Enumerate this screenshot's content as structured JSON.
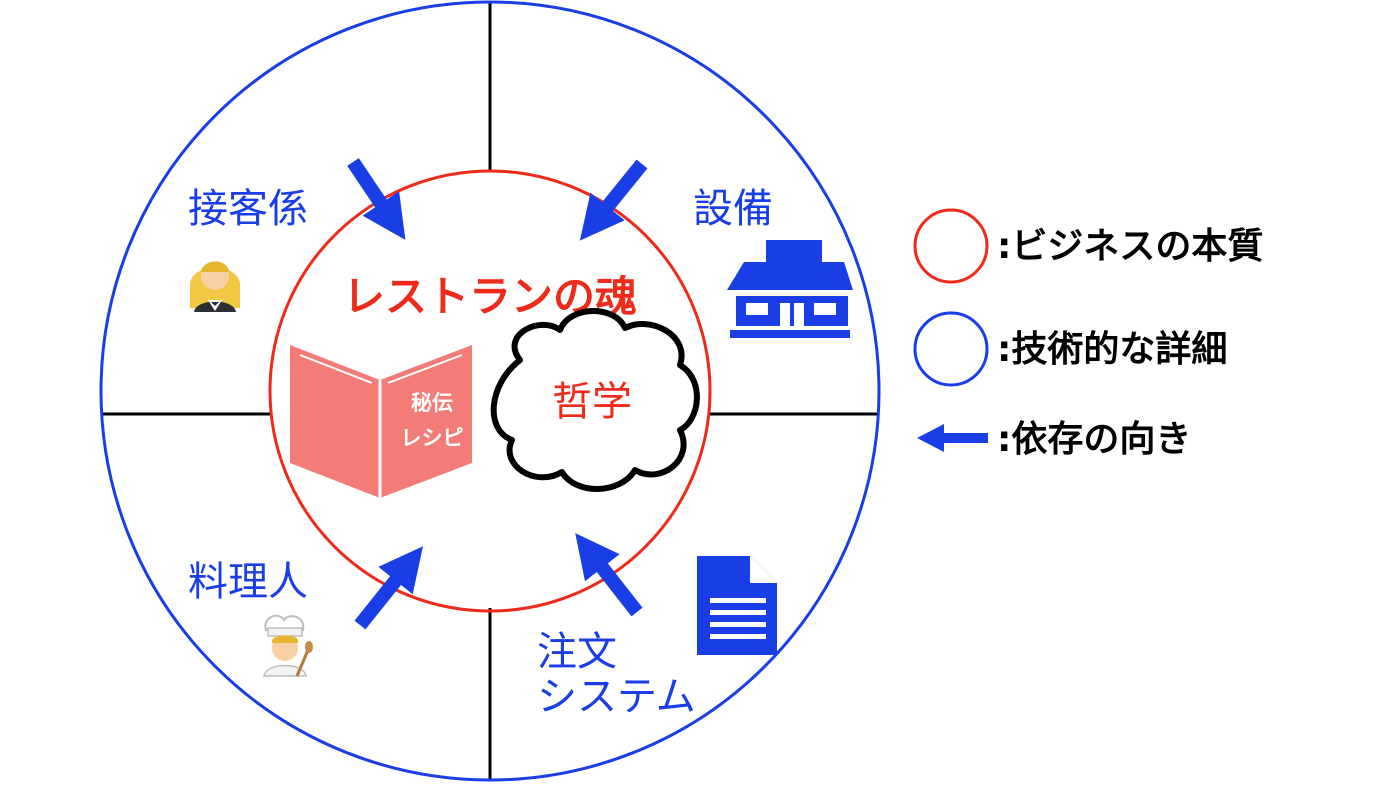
{
  "colors": {
    "blue": "#1a3ee6",
    "red": "#ee2a1a",
    "book": "#f47c78",
    "black": "#000000"
  },
  "center": {
    "title": "レストランの魂",
    "book": {
      "line1": "秘伝",
      "line2": "レシピ"
    },
    "philosophy": "哲学"
  },
  "quadrants": {
    "top_left": {
      "label": "接客係",
      "icon": "waiter-person-icon"
    },
    "top_right": {
      "label": "設備",
      "icon": "store-building-icon"
    },
    "bottom_left": {
      "label": "料理人",
      "icon": "chef-person-icon"
    },
    "bottom_right": {
      "line1": "注文",
      "line2": "システム",
      "icon": "document-icon"
    }
  },
  "legend": [
    {
      "icon": "red-circle-icon",
      "text": ":ビジネスの本質"
    },
    {
      "icon": "blue-circle-icon",
      "text": ":技術的な詳細"
    },
    {
      "icon": "left-arrow-icon",
      "text": ":依存の向き"
    }
  ]
}
